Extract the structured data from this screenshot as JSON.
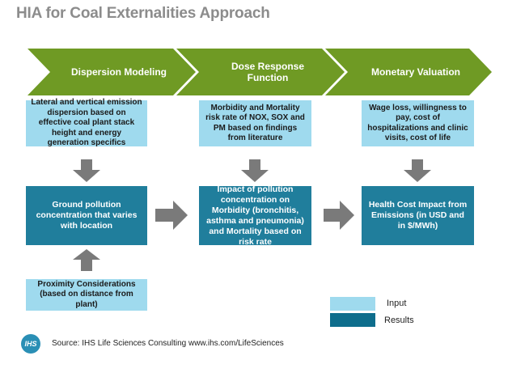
{
  "title": "HIA for Coal Externalities Approach",
  "stages": [
    {
      "label": "Dispersion Modeling"
    },
    {
      "label": "Dose Response Function"
    },
    {
      "label": "Monetary Valuation"
    }
  ],
  "inputs": [
    {
      "text": "Lateral and vertical emission dispersion based on effective coal plant stack height and energy generation specifics"
    },
    {
      "text": "Morbidity and Mortality risk rate of NOX, SOX and PM based on findings from literature"
    },
    {
      "text": "Wage loss, willingness to pay, cost of hospitalizations and clinic visits, cost of life"
    }
  ],
  "results": [
    {
      "text": "Ground pollution concentration that varies with location"
    },
    {
      "text": "Impact of pollution concentration on Morbidity (bronchitis, asthma and pneumonia) and Mortality based on risk rate"
    },
    {
      "text": "Health Cost Impact from Emissions (in USD and in $/MWh)"
    }
  ],
  "proximity": {
    "text": "Proximity Considerations (based on distance from plant)"
  },
  "legend": {
    "input_label": "Input",
    "results_label": "Results",
    "input_color": "#9fdaee",
    "results_color": "#207e9c"
  },
  "source": "Source: IHS Life Sciences Consulting www.ihs.com/LifeSciences",
  "logo_text": "IHS",
  "colors": {
    "chevron": "#6f9a24",
    "arrow": "#7a7a7a",
    "title": "#8c8c8c"
  }
}
